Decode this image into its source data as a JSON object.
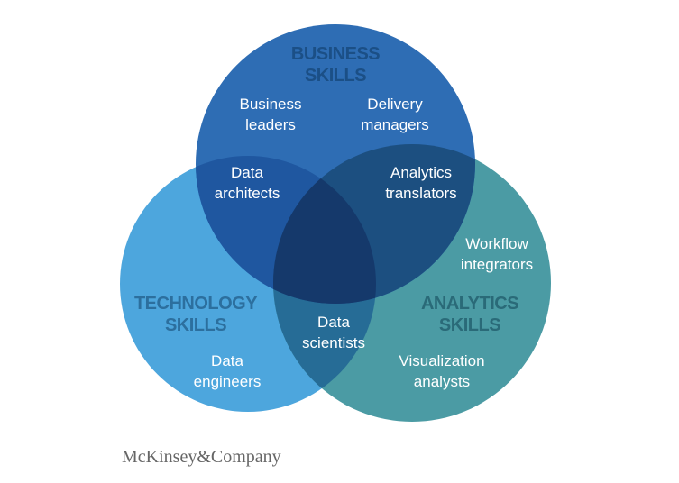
{
  "circles": [
    {
      "id": "business",
      "title_line1": "BUSINESS",
      "title_line2": "SKILLS",
      "color": "#2e6db4",
      "title_color": "#1b4f86"
    },
    {
      "id": "technology",
      "title_line1": "TECHNOLOGY",
      "title_line2": "SKILLS",
      "color": "#4da6dd",
      "title_color": "#2c6f9e"
    },
    {
      "id": "analytics",
      "title_line1": "ANALYTICS",
      "title_line2": "SKILLS",
      "color": "#4b9ba4",
      "title_color": "#2a6a78"
    }
  ],
  "overlap_colors": {
    "business_technology": "#1f57a0",
    "business_analytics": "#1c4f80",
    "technology_analytics": "#266c96",
    "center": "#15396b"
  },
  "roles": {
    "business_leaders": [
      "Business",
      "leaders"
    ],
    "delivery_managers": [
      "Delivery",
      "managers"
    ],
    "data_architects": [
      "Data",
      "architects"
    ],
    "analytics_translators": [
      "Analytics",
      "translators"
    ],
    "workflow_integrators": [
      "Workflow",
      "integrators"
    ],
    "data_scientists": [
      "Data",
      "scientists"
    ],
    "data_engineers": [
      "Data",
      "engineers"
    ],
    "visualization_analysts": [
      "Visualization",
      "analysts"
    ]
  },
  "logo_text": "McKinsey&Company"
}
